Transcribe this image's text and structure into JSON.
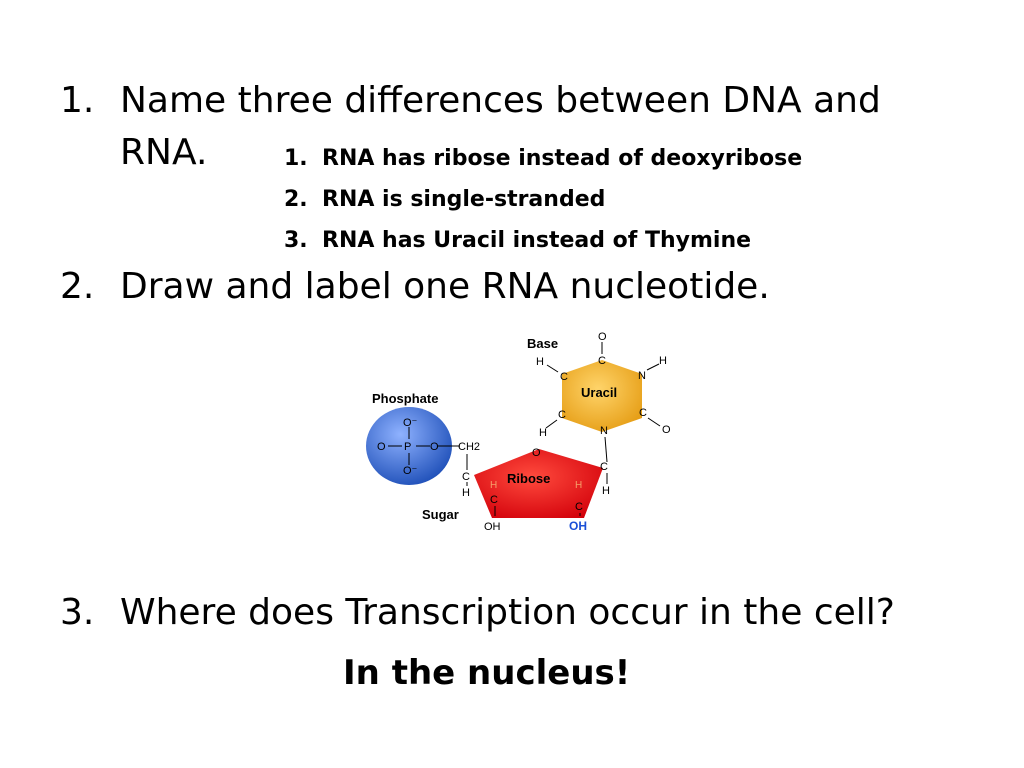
{
  "questions": [
    {
      "number": "1.",
      "text_line1": "Name three differences between DNA and",
      "text_line2": "RNA."
    },
    {
      "number": "2.",
      "text": "Draw and label one RNA nucleotide."
    },
    {
      "number": "3.",
      "text": "Where does Transcription occur in the cell?"
    }
  ],
  "answers_q1": [
    {
      "number": "1.",
      "text": "RNA has ribose instead of deoxyribose"
    },
    {
      "number": "2.",
      "text": "RNA is single-stranded"
    },
    {
      "number": "3.",
      "text": "RNA has Uracil instead of Thymine"
    }
  ],
  "answer_q3": "In the nucleus!",
  "diagram": {
    "labels": {
      "base": "Base",
      "phosphate": "Phosphate",
      "sugar": "Sugar",
      "uracil": "Uracil",
      "ribose": "Ribose"
    },
    "atoms": {
      "o": "O",
      "c": "C",
      "n": "N",
      "h": "H",
      "p": "P",
      "ch2": "CH2",
      "oh": "OH",
      "o_minus": "O⁻"
    },
    "colors": {
      "phosphate": "#3a6fd0",
      "uracil": "#f5b324",
      "ribose": "#e8161b",
      "oh_blue": "#1a4fd6"
    }
  }
}
